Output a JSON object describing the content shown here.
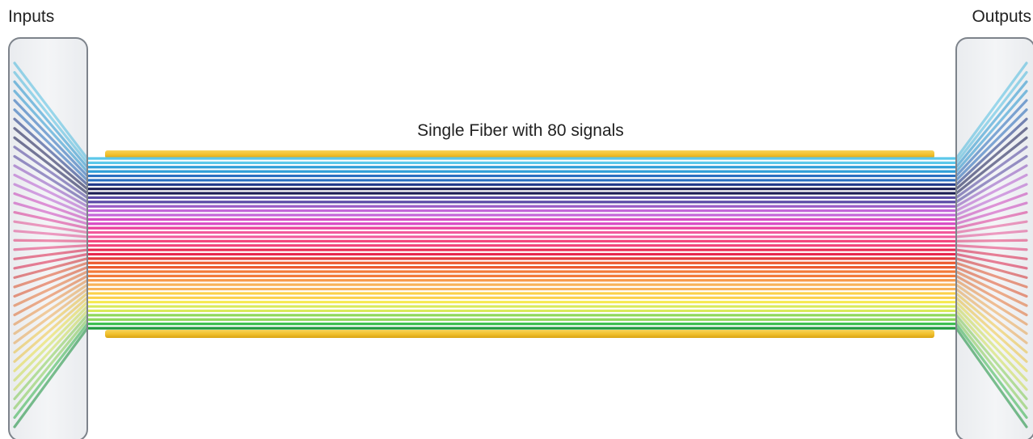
{
  "labels": {
    "inputs": "Inputs",
    "outputs": "Outputs",
    "fiber": "Single Fiber with 80 signals"
  },
  "colors": {
    "fiber_jacket": "#f2c12e",
    "fiber_jacket_edge": "#cf9c12",
    "mux_fill": "#dfe3e8",
    "mux_stroke": "#8a8f96",
    "signal_palette": [
      "#5bc8ea",
      "#2f9fd8",
      "#2a6fc0",
      "#223a8a",
      "#1c1e55",
      "#5a4aa6",
      "#9a5cc8",
      "#c466d9",
      "#d84bc4",
      "#ea3f9e",
      "#f25a9c",
      "#f2417a",
      "#e8284f",
      "#e33a3a",
      "#ec5a2f",
      "#f27a3a",
      "#f79a4a",
      "#f9b35a",
      "#fbd04a",
      "#f6e94d",
      "#d9ea5a",
      "#8fd85a",
      "#3fbf52",
      "#1f9a3f"
    ]
  }
}
